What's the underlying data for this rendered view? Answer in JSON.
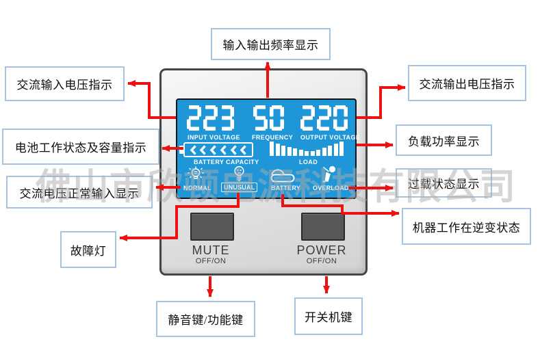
{
  "watermark": "佛山市欣顿电源科技有限公司",
  "callouts": {
    "frequency_display": "输入输出频率显示",
    "ac_input_voltage": "交流输入电压指示",
    "battery_status_capacity": "电池工作状态及容量指示",
    "ac_normal_input": "交流电压正常输入显示",
    "fault_lamp": "故障灯",
    "ac_output_voltage": "交流输出电压指示",
    "load_power_display": "负载功率显示",
    "overload_status_display": "过载状态显示",
    "inverter_mode": "机器工作在逆变状态",
    "mute_function_key": "静音键/功能键",
    "power_switch_key": "开关机键"
  },
  "lcd": {
    "input_voltage_value": "223",
    "frequency_value": "50",
    "output_voltage_value": "220",
    "input_voltage_label": "INPUT VOLTAGE",
    "frequency_label": "FREQUENCY",
    "output_voltage_label": "OUTPUT VOLTAGE",
    "battery_capacity_label": "BATTERY CAPACITY",
    "load_label": "LOAD",
    "battery_segments": 6,
    "load_bars": [
      21,
      18,
      15,
      13,
      11,
      9,
      7,
      7,
      9,
      12,
      15,
      18,
      21
    ],
    "status_labels": [
      "NORMAL",
      "UNUSUAL",
      "BATTERY",
      "OVERLOAD"
    ]
  },
  "buttons": {
    "mute_label": "MUTE",
    "mute_sub_label": "OFF/ON",
    "power_label": "POWER",
    "power_sub_label": "OFF/ON"
  },
  "colors": {
    "lcd_blue": "#1e96d8",
    "arrow_red": "#ee1111",
    "callout_border": "#a6c3e2"
  }
}
